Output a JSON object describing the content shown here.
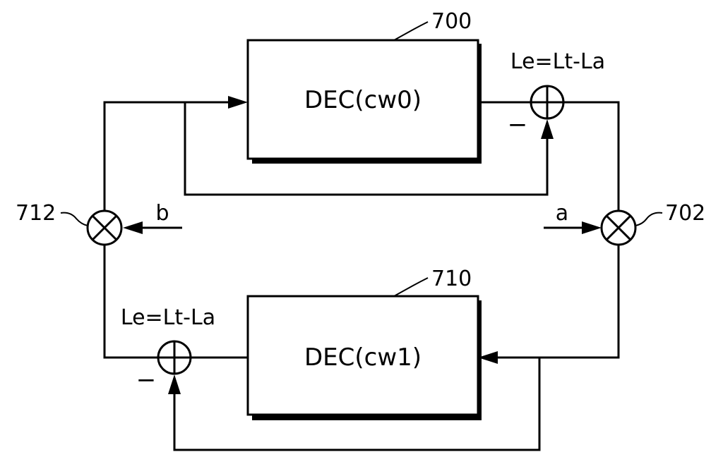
{
  "blocks": {
    "top": {
      "ref": "700",
      "label": "DEC(cw0)"
    },
    "bottom": {
      "ref": "710",
      "label": "DEC(cw1)"
    }
  },
  "adders": {
    "top": {
      "equation": "Le=Lt-La",
      "minus": "−"
    },
    "bottom": {
      "equation": "Le=Lt-La",
      "minus": "−"
    }
  },
  "multipliers": {
    "left": {
      "ref": "712",
      "input": "b"
    },
    "right": {
      "ref": "702",
      "input": "a"
    }
  }
}
